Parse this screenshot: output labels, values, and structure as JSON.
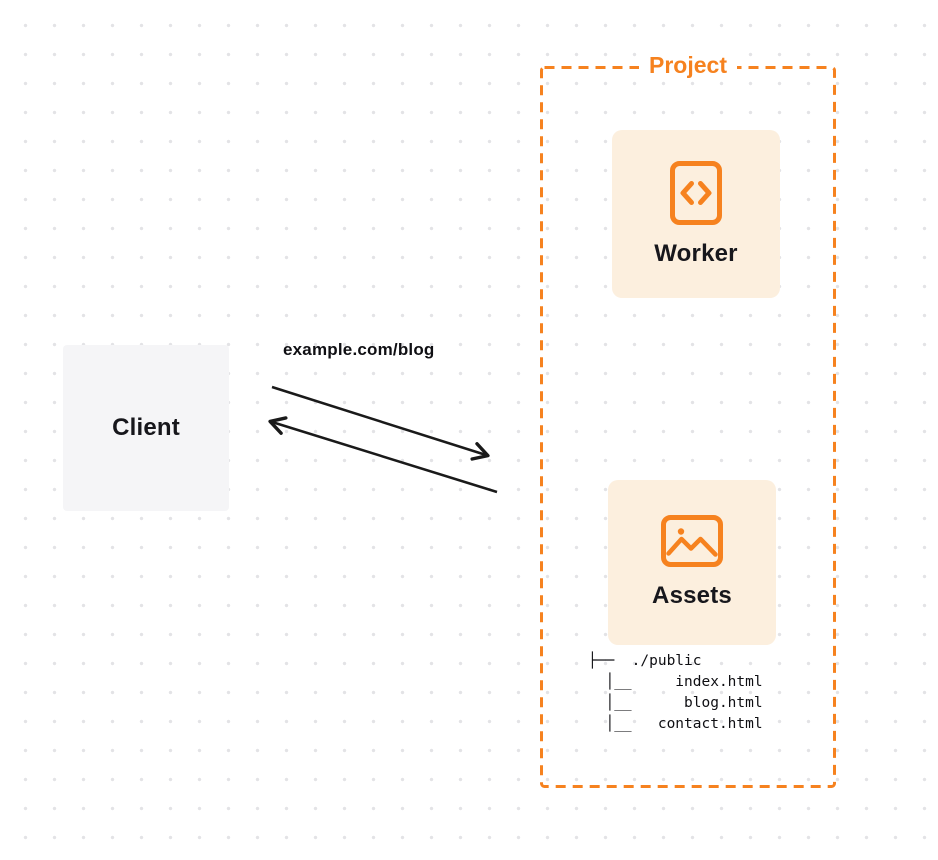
{
  "colors": {
    "accent_orange": "#F6821F",
    "card_background": "#FCEFDE",
    "client_background": "#F5F5F7",
    "arrow_black": "#1A1A1A"
  },
  "diagram": {
    "client": {
      "label": "Client"
    },
    "request_label": "example.com/blog",
    "project": {
      "label": "Project",
      "worker": {
        "label": "Worker",
        "icon": "code-brackets-icon"
      },
      "assets": {
        "label": "Assets",
        "icon": "image-icon",
        "file_tree": [
          "├──  ./public",
          "  │__     index.html",
          "  │__      blog.html",
          "  │__   contact.html"
        ]
      }
    }
  }
}
